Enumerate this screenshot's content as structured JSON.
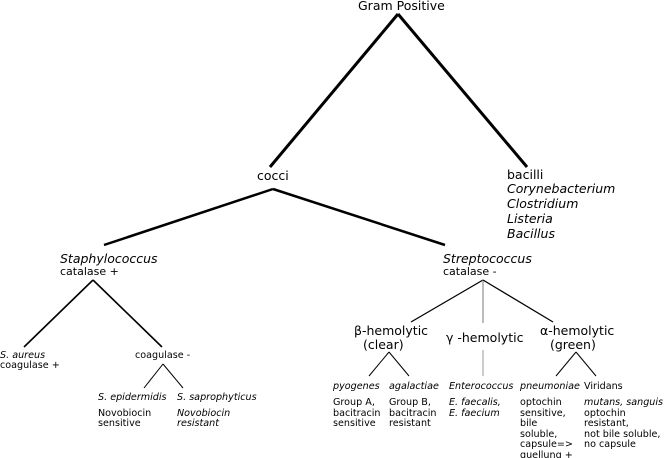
{
  "root": "Gram Positive",
  "cocci": "cocci",
  "bacilli": {
    "label": "bacilli",
    "genera": [
      "Corynebacterium",
      "Clostridium",
      "Listeria",
      "Bacillus"
    ]
  },
  "staph": {
    "name": "Staphylococcus",
    "test": "catalase +",
    "aureus": {
      "name": "S. aureus",
      "test": "coagulase +"
    },
    "coag_neg": "coagulase -",
    "epidermidis": {
      "name": "S. epidermidis",
      "note1": "Novobiocin",
      "note2": "sensitive"
    },
    "saprophyticus": {
      "name": "S. saprophyticus",
      "note1": "Novobiocin",
      "note2": "resistant"
    }
  },
  "strep": {
    "name": "Streptococcus",
    "test": "catalase -",
    "beta": {
      "label": "β-hemolytic",
      "sub": "(clear)"
    },
    "gamma": {
      "label": "γ -hemolytic"
    },
    "alpha": {
      "label": "α-hemolytic",
      "sub": "(green)"
    },
    "pyogenes": {
      "name": "pyogenes",
      "note": "Group A,\nbacitracin\nsensitive"
    },
    "agalactiae": {
      "name": "agalactiae",
      "note": "Group B,\nbacitracin\nresistant"
    },
    "enterococcus": {
      "name": "Enterococcus",
      "note": "E. faecalis,\nE. faecium"
    },
    "pneumoniae": {
      "name": "pneumoniae",
      "note": "optochin\nsensitive,\nbile\nsoluble,\ncapsule=>\nquellung +"
    },
    "viridans": {
      "name": "Viridans",
      "species": "mutans, sanguis",
      "note": "optochin\nresistant,\nnot bile soluble,\nno capsule"
    }
  }
}
